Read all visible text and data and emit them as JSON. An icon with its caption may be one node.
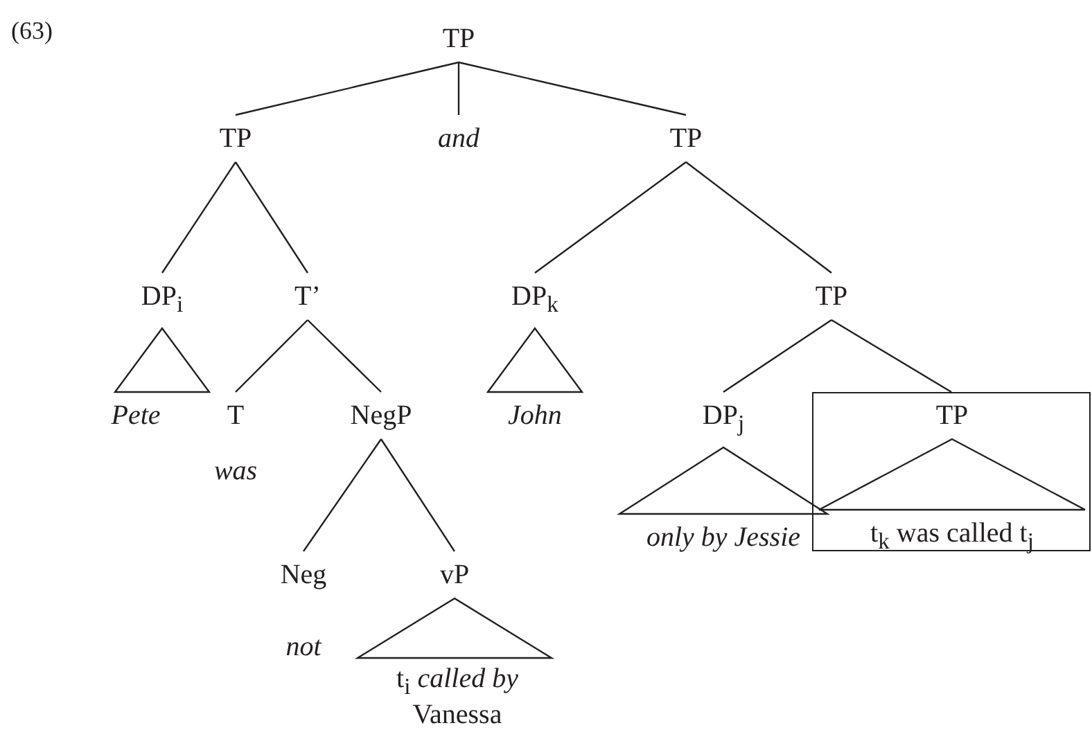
{
  "diagram": {
    "nodes": [
      {
        "text": [
          "TP"
        ]
      },
      {
        "text": [
          "TP"
        ]
      },
      {
        "text": [
          "and"
        ]
      },
      {
        "text": [
          "TP"
        ]
      },
      {
        "text": [
          "DP$_{i}$"
        ]
      },
      {
        "text": [
          "T’"
        ]
      },
      {
        "text": [
          "Pete"
        ]
      },
      {
        "text": [
          "T",
          "was"
        ]
      },
      {
        "text": [
          "NegP"
        ]
      },
      {
        "text": [
          "Neg",
          "not"
        ]
      },
      {
        "text": [
          "vP"
        ]
      },
      {
        "text": [
          "t$_{i}$ *called by* Vanessa"
        ]
      },
      {
        "text": [
          "DP$_{k}$"
        ]
      },
      {
        "text": [
          "TP"
        ]
      },
      {
        "text": [
          "John"
        ]
      },
      {
        "text": [
          "DP$_{j}$"
        ]
      },
      {
        "text": [
          "only by Jessie"
        ]
      },
      {
        "text": [],
        "shape": "box"
      },
      {
        "text": [
          "TP"
        ],
        "in": 17
      },
      {
        "text": [
          "t$_{k}$ was called t$_{j}$"
        ],
        "in": 17
      }
    ],
    "edges": [
      {
        "from": 0,
        "to": 1,
        "arrow": "none"
      },
      {
        "from": 0,
        "to": 2,
        "arrow": "none"
      },
      {
        "from": 0,
        "to": 3,
        "arrow": "none"
      },
      {
        "from": 1,
        "to": 4,
        "arrow": "none"
      },
      {
        "from": 1,
        "to": 5,
        "arrow": "none"
      },
      {
        "from": 4,
        "to": 6,
        "arrow": "none"
      },
      {
        "from": 5,
        "to": 7,
        "arrow": "none"
      },
      {
        "from": 5,
        "to": 8,
        "arrow": "none"
      },
      {
        "from": 8,
        "to": 9,
        "arrow": "none"
      },
      {
        "from": 8,
        "to": 10,
        "arrow": "none"
      },
      {
        "from": 10,
        "to": 11,
        "arrow": "none"
      },
      {
        "from": 3,
        "to": 12,
        "arrow": "none"
      },
      {
        "from": 3,
        "to": 13,
        "arrow": "none"
      },
      {
        "from": 12,
        "to": 14,
        "arrow": "none"
      },
      {
        "from": 13,
        "to": 15,
        "arrow": "none"
      },
      {
        "from": 13,
        "to": 17,
        "arrow": "none"
      },
      {
        "from": 15,
        "to": 16,
        "arrow": "none"
      },
      {
        "from": 18,
        "to": 19,
        "arrow": "none"
      }
    ],
    "labels": [
      "(63)"
    ]
  }
}
